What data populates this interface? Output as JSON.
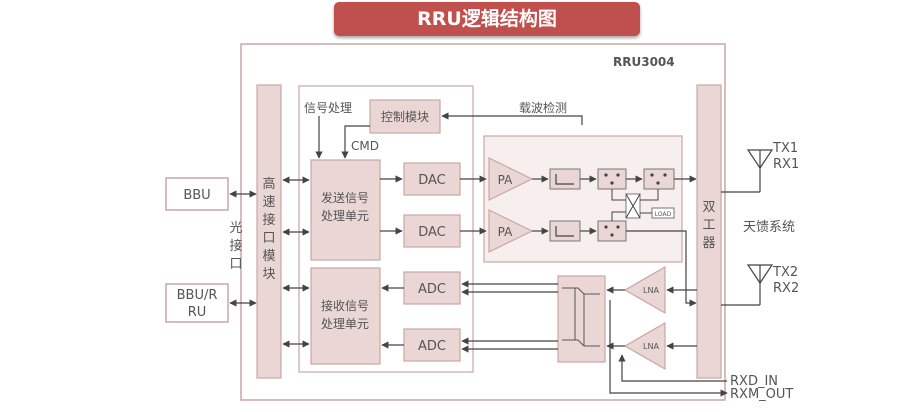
{
  "title": "RRU逻辑结构图",
  "model": "RRU3004",
  "labels": {
    "bbu": "BBU",
    "bbu_r_1": "BBU/R",
    "bbu_r_2": "RU",
    "optical": [
      "光",
      "接",
      "口"
    ],
    "hs_interface": [
      "高",
      "速",
      "接",
      "口",
      "模",
      "块"
    ],
    "signal_processing": "信号处理",
    "control_module": "控制模块",
    "carrier_detect": "载波检测",
    "cmd": "CMD",
    "tx_unit_1": "发送信号",
    "tx_unit_2": "处理单元",
    "rx_unit_1": "接收信号",
    "rx_unit_2": "处理单元",
    "dac": "DAC",
    "adc": "ADC",
    "pa": "PA",
    "lna": "LNA",
    "load": "LOAD",
    "duplexer": [
      "双",
      "工",
      "器"
    ],
    "antenna_system": "天馈系统",
    "tx1": "TX1",
    "rx1": "RX1",
    "tx2": "TX2",
    "rx2": "RX2",
    "rxd_in": "RXD_IN",
    "rxm_out": "RXM_OUT"
  }
}
